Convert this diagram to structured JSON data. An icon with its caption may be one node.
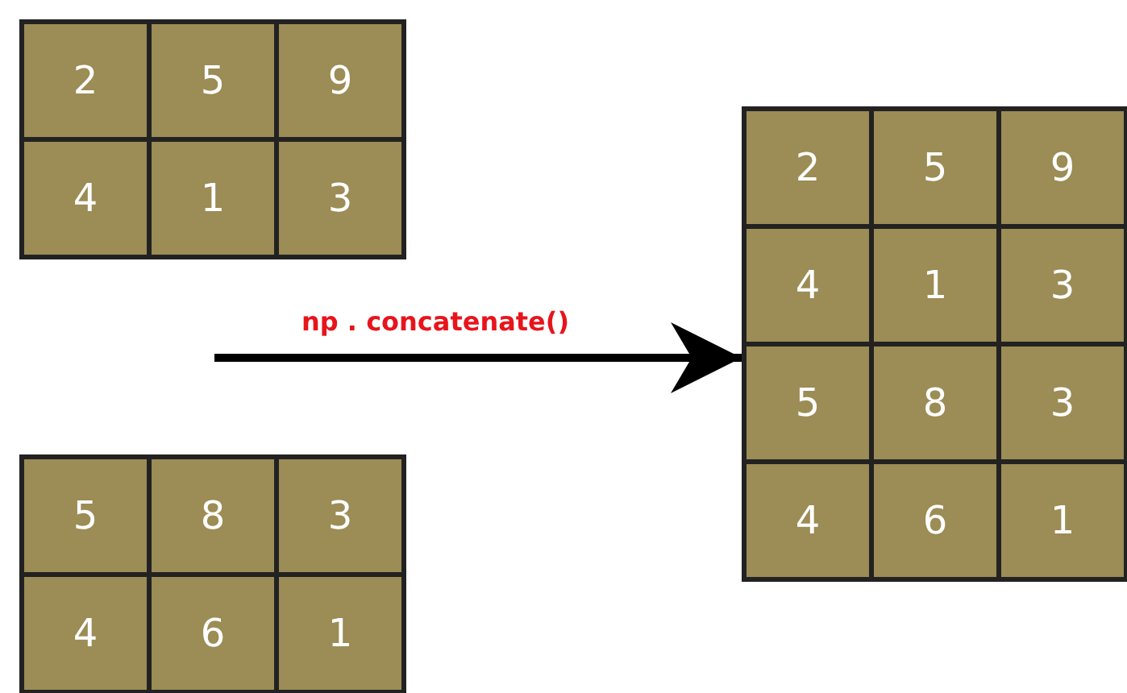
{
  "diagram": {
    "nodes": [
      {
        "text": [],
        "shape": "box"
      },
      {
        "text": [
          "2"
        ],
        "in": 0
      },
      {
        "text": [
          "5"
        ],
        "in": 0
      },
      {
        "text": [
          "9"
        ],
        "in": 0
      },
      {
        "text": [
          "4"
        ],
        "in": 0
      },
      {
        "text": [
          "1"
        ],
        "in": 0
      },
      {
        "text": [
          "3"
        ],
        "in": 0
      },
      {
        "text": [],
        "shape": "box"
      },
      {
        "text": [
          "5"
        ],
        "in": 7
      },
      {
        "text": [
          "8"
        ],
        "in": 7
      },
      {
        "text": [
          "3"
        ],
        "in": 7
      },
      {
        "text": [
          "4"
        ],
        "in": 7
      },
      {
        "text": [
          "6"
        ],
        "in": 7
      },
      {
        "text": [
          "1"
        ],
        "in": 7
      },
      {
        "text": [],
        "shape": "box"
      },
      {
        "text": [
          "2"
        ],
        "in": 14
      },
      {
        "text": [
          "5"
        ],
        "in": 14
      },
      {
        "text": [
          "9"
        ],
        "in": 14
      },
      {
        "text": [
          "4"
        ],
        "in": 14
      },
      {
        "text": [
          "1"
        ],
        "in": 14
      },
      {
        "text": [
          "3"
        ],
        "in": 14
      },
      {
        "text": [
          "5"
        ],
        "in": 14
      },
      {
        "text": [
          "8"
        ],
        "in": 14
      },
      {
        "text": [
          "3"
        ],
        "in": 14
      },
      {
        "text": [
          "4"
        ],
        "in": 14
      },
      {
        "text": [
          "6"
        ],
        "in": 14
      },
      {
        "text": [
          "1"
        ],
        "in": 14
      }
    ],
    "edges": [
      {
        "from": null,
        "to": 14,
        "arrow": "to",
        "label": "np . concatenate()"
      }
    ]
  }
}
